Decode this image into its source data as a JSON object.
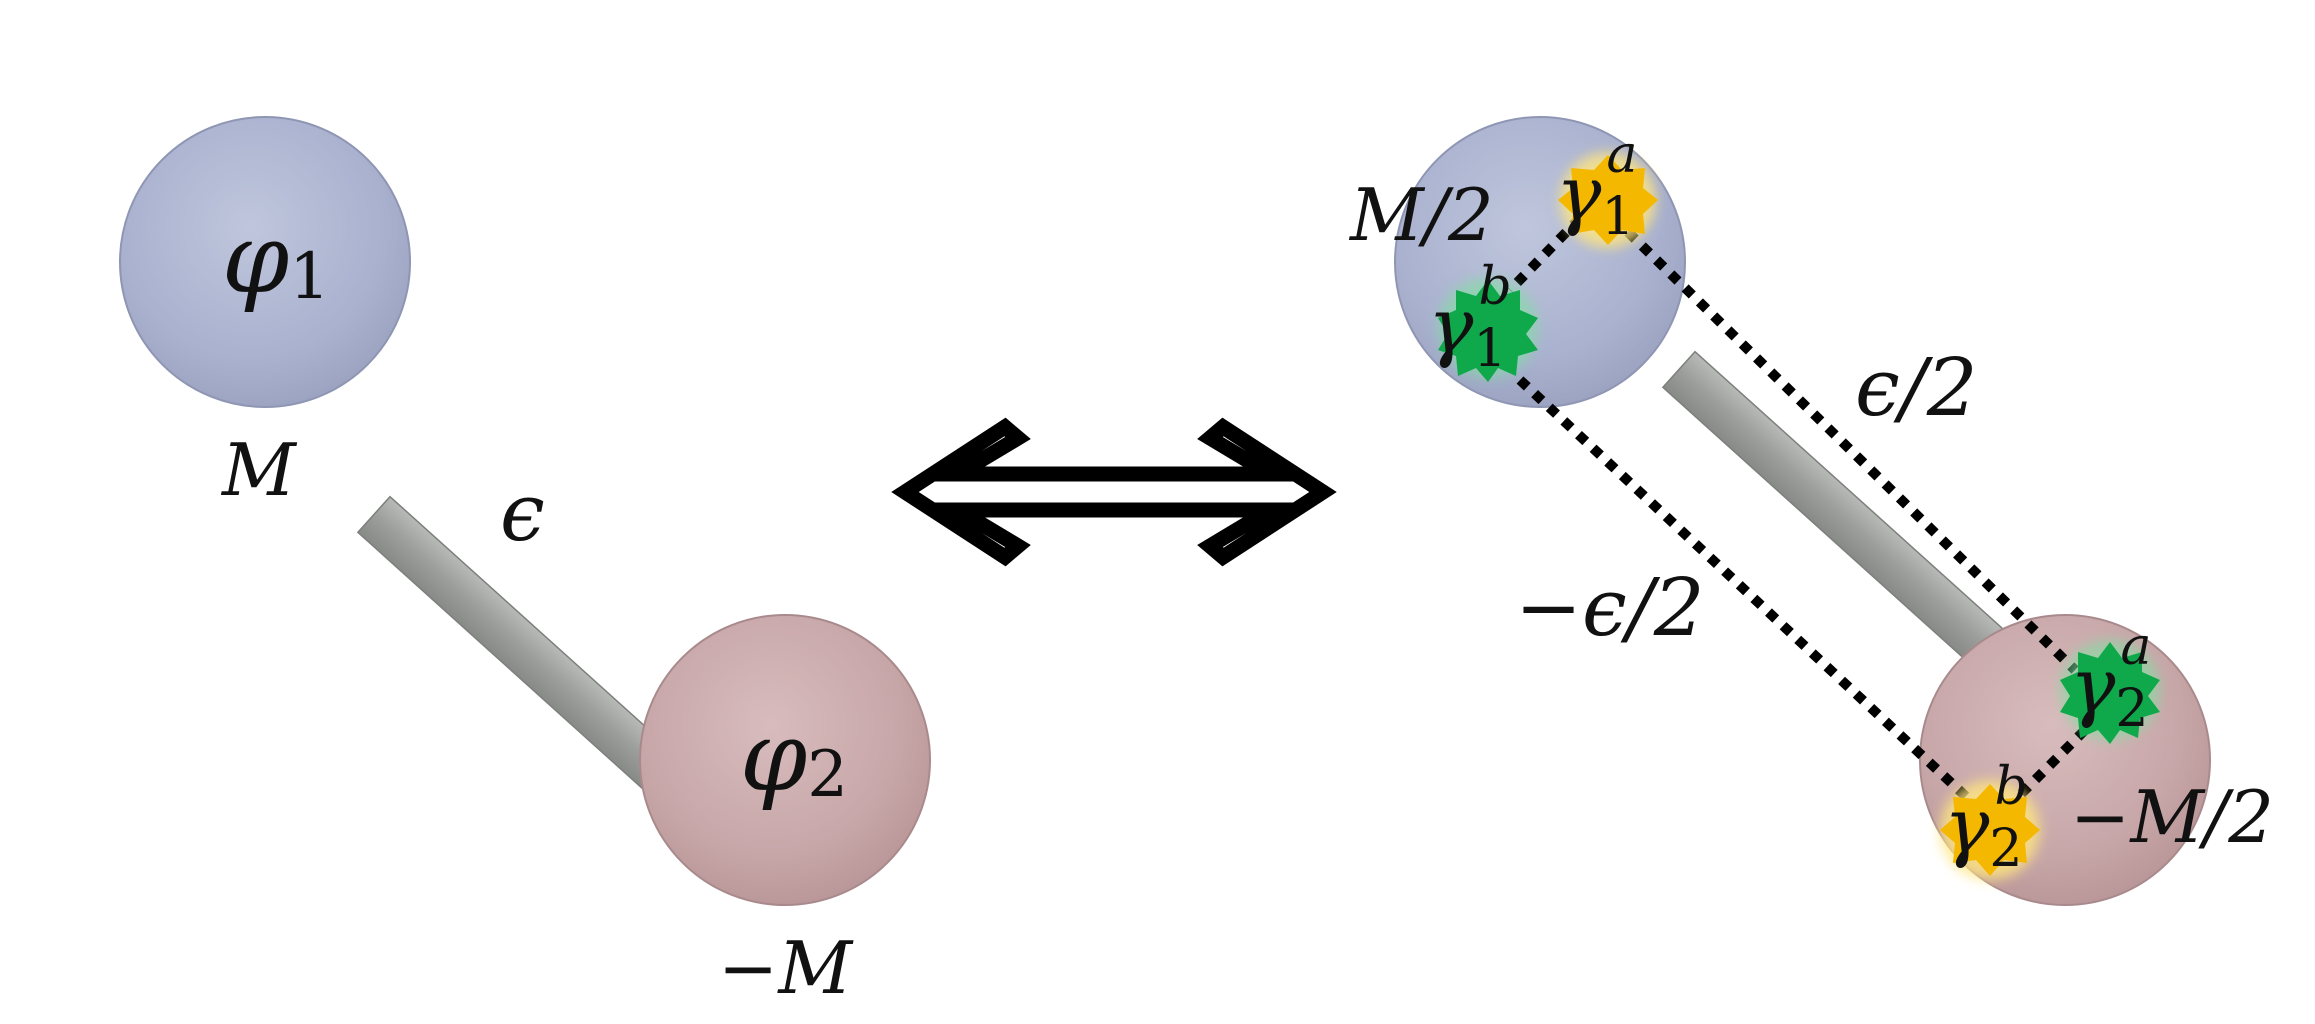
{
  "left": {
    "site1": {
      "symbol": "φ",
      "sub": "1",
      "mass_label": "M"
    },
    "site2": {
      "symbol": "φ",
      "sub": "2",
      "mass_label": "−M"
    },
    "bond_label": "ϵ"
  },
  "arrow": {
    "type": "double-headed-equivalence-arrow"
  },
  "right": {
    "site1": {
      "mass_label": "M/2",
      "majorana_a": {
        "symbol": "γ",
        "sub": "1",
        "sup": "a"
      },
      "majorana_b": {
        "symbol": "γ",
        "sub": "1",
        "sup": "b"
      }
    },
    "site2": {
      "mass_label": "−M/2",
      "majorana_a": {
        "symbol": "γ",
        "sub": "2",
        "sup": "a"
      },
      "majorana_b": {
        "symbol": "γ",
        "sub": "2",
        "sup": "b"
      }
    },
    "upper_bond_label": "ϵ/2",
    "lower_bond_label": "−ϵ/2"
  },
  "colors": {
    "site1_fill": "#a9b1cf",
    "site2_fill": "#c7a6a8",
    "rod_fill": "#9c9e9c",
    "majorana_gold": "#f5b800",
    "majorana_green": "#0fa84a",
    "dotted_line": "#000000"
  }
}
